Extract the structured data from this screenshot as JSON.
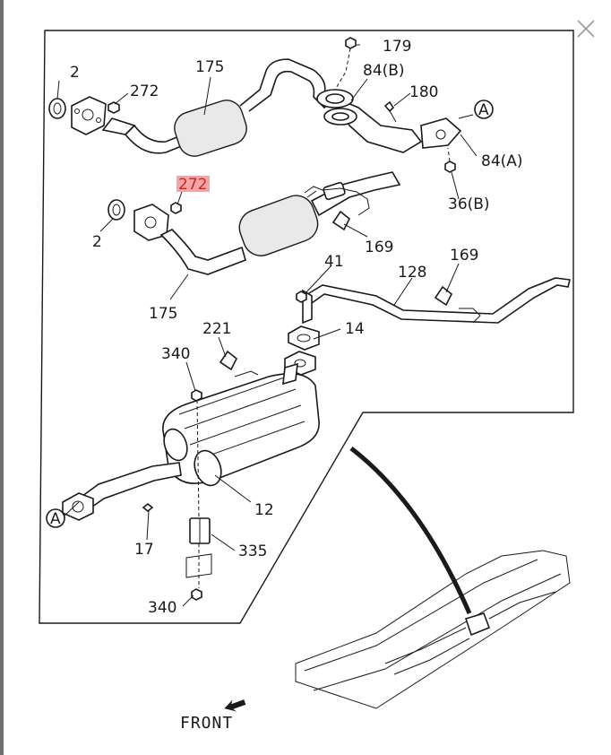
{
  "window": {
    "close_icon": "close-icon"
  },
  "diagram": {
    "callouts": {
      "c179": "179",
      "c84b": "84(B)",
      "c180": "180",
      "c2_top": "2",
      "c272_top": "272",
      "c175_top": "175",
      "ref_a_top": "A",
      "c84a": "84(A)",
      "c36b": "36(B)",
      "c272_highlight": "272",
      "c2_mid": "2",
      "c169_mid": "169",
      "c41": "41",
      "c128": "128",
      "c169_right": "169",
      "c175_bottom": "175",
      "c14": "14",
      "c221": "221",
      "c340_top": "340",
      "c12": "12",
      "ref_a_bottom": "A",
      "c17": "17",
      "c335": "335",
      "c340_bottom": "340"
    },
    "front_label": "FRONT",
    "highlight_color": "#f4a6a6"
  }
}
